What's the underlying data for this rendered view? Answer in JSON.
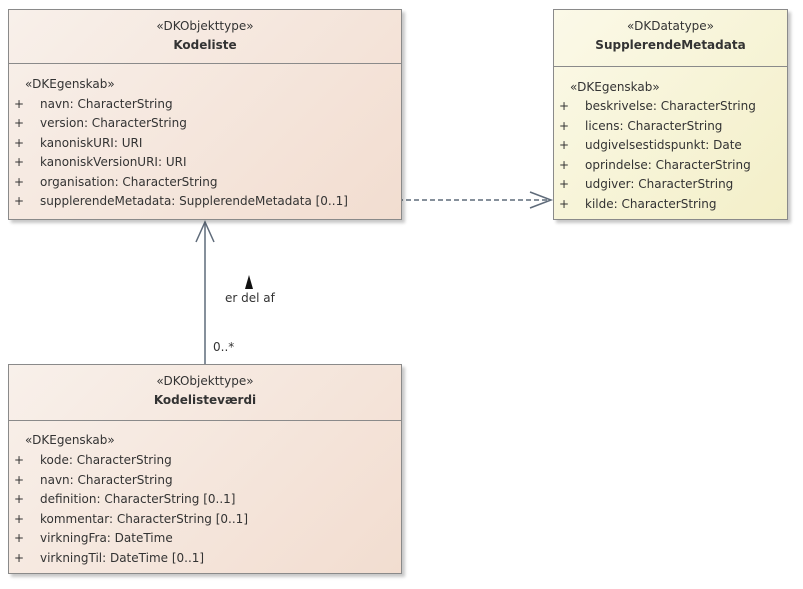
{
  "classes": [
    {
      "stereotype": "«DKObjekttype»",
      "name": "Kodeliste",
      "section": "«DKEgenskab»",
      "attributes": [
        {
          "vis": "+",
          "text": "navn: CharacterString"
        },
        {
          "vis": "+",
          "text": "version: CharacterString"
        },
        {
          "vis": "+",
          "text": "kanoniskURI: URI"
        },
        {
          "vis": "+",
          "text": "kanoniskVersionURI: URI"
        },
        {
          "vis": "+",
          "text": "organisation: CharacterString"
        },
        {
          "vis": "+",
          "text": "supplerendeMetadata: SupplerendeMetadata [0..1]"
        }
      ]
    },
    {
      "stereotype": "«DKDatatype»",
      "name": "SupplerendeMetadata",
      "section": "«DKEgenskab»",
      "attributes": [
        {
          "vis": "+",
          "text": "beskrivelse: CharacterString"
        },
        {
          "vis": "+",
          "text": "licens: CharacterString"
        },
        {
          "vis": "+",
          "text": "udgivelsestidspunkt: Date"
        },
        {
          "vis": "+",
          "text": "oprindelse: CharacterString"
        },
        {
          "vis": "+",
          "text": "udgiver: CharacterString"
        },
        {
          "vis": "+",
          "text": "kilde: CharacterString"
        }
      ]
    },
    {
      "stereotype": "«DKObjekttype»",
      "name": "Kodelisteværdi",
      "section": "«DKEgenskab»",
      "attributes": [
        {
          "vis": "+",
          "text": "kode: CharacterString"
        },
        {
          "vis": "+",
          "text": "navn: CharacterString"
        },
        {
          "vis": "+",
          "text": "definition: CharacterString [0..1]"
        },
        {
          "vis": "+",
          "text": "kommentar: CharacterString [0..1]"
        },
        {
          "vis": "+",
          "text": "virkningFra: DateTime"
        },
        {
          "vis": "+",
          "text": "virkningTil: DateTime [0..1]"
        }
      ]
    }
  ],
  "association": {
    "role_label": "er del af",
    "multiplicity": "0..*"
  },
  "colors": {
    "objekttype_fill": "#f2ddd0",
    "datatype_fill": "#f3efc8",
    "border": "#8a8a8a",
    "connector": "#5f6b7a"
  }
}
